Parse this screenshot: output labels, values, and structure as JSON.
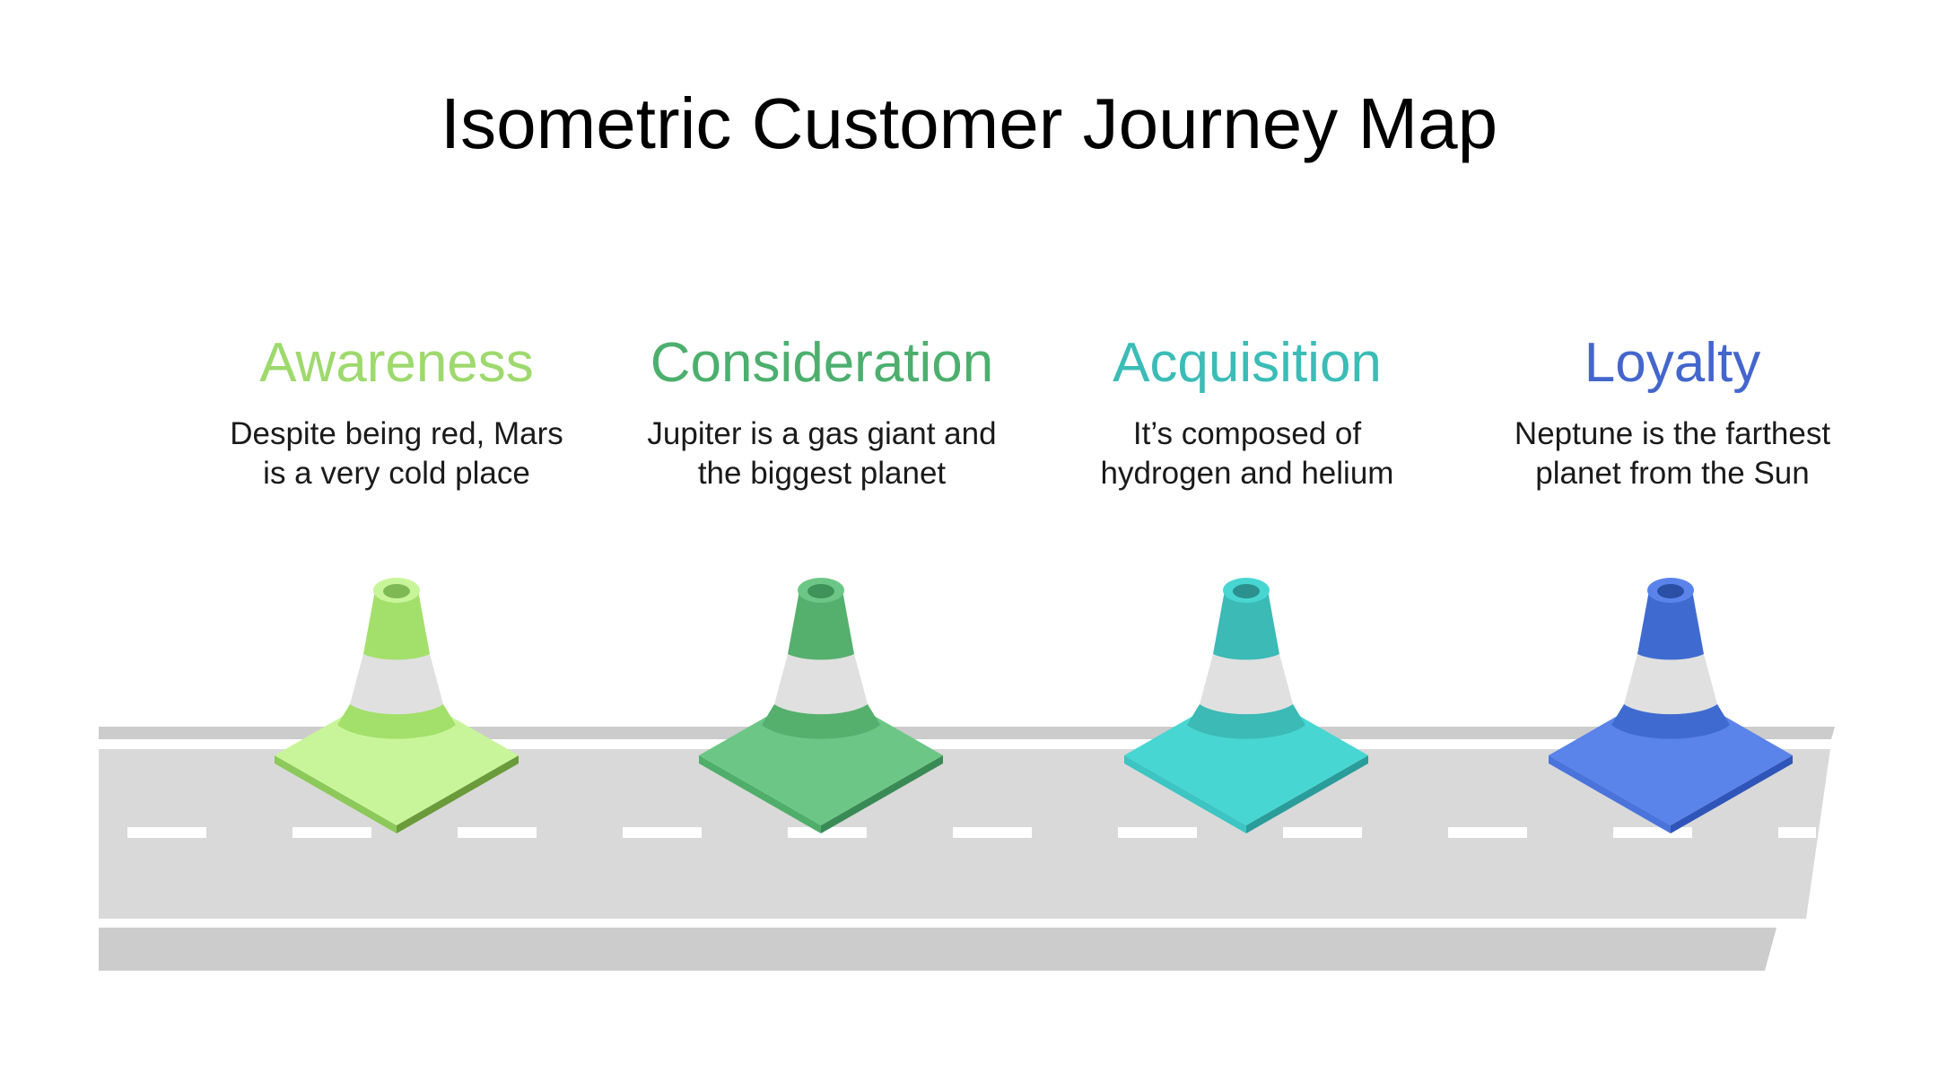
{
  "title": "Isometric Customer Journey Map",
  "stages": [
    {
      "title": "Awareness",
      "description": [
        "Despite being red, Mars",
        "is a very cold place"
      ],
      "colors": {
        "title": "#9ed96d",
        "cone": "#a3e06b",
        "base_top": "#c9f59a",
        "base_right": "#6a9a3a",
        "base_left": "#8cc95a",
        "hole": "#7fb956"
      }
    },
    {
      "title": "Consideration",
      "description": [
        "Jupiter is a gas giant and",
        "the biggest planet"
      ],
      "colors": {
        "title": "#4caf6e",
        "cone": "#55b06d",
        "base_top": "#6cc786",
        "base_right": "#3a8a55",
        "base_left": "#4fae6a",
        "hole": "#3f925a"
      }
    },
    {
      "title": "Acquisition",
      "description": [
        "It’s composed of",
        "hydrogen and helium"
      ],
      "colors": {
        "title": "#3bbcb6",
        "cone": "#3bbab6",
        "base_top": "#48d6d2",
        "base_right": "#2a9c9a",
        "base_left": "#3cc5c2",
        "hole": "#2c908e"
      }
    },
    {
      "title": "Loyalty",
      "description": [
        "Neptune is the farthest",
        "planet from the Sun"
      ],
      "colors": {
        "title": "#4466cc",
        "cone": "#3f6bd0",
        "base_top": "#5a84ea",
        "base_right": "#2f55b8",
        "base_left": "#4a74db",
        "hole": "#2b4fa5"
      }
    }
  ],
  "colors": {
    "road": "#d9d9d9",
    "road_edge": "#cccccc",
    "stripe": "#e0e0e0",
    "dash": "#ffffff"
  }
}
